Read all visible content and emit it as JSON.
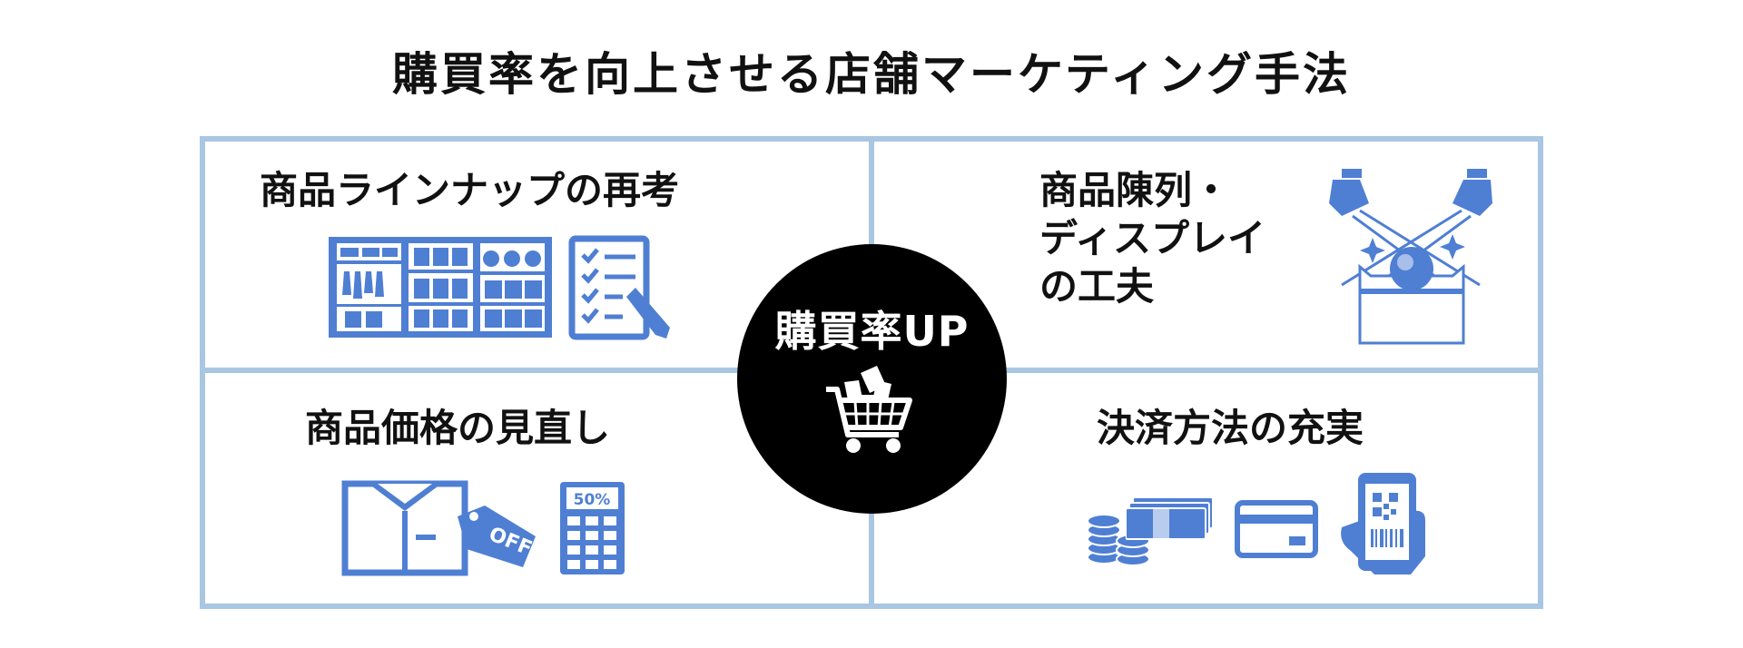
{
  "title": "購買率を向上させる店舗マーケティング手法",
  "center": {
    "label": "購買率UP",
    "icon": "shopping-cart-icon"
  },
  "quadrants": [
    {
      "title_lines": [
        "商品ラインナップの再考"
      ],
      "icons": [
        "store-shelf-icon",
        "checklist-icon"
      ]
    },
    {
      "title_lines": [
        "商品陳列・",
        "ディスプレイ",
        "の工夫"
      ],
      "icons": [
        "spotlight-display-icon"
      ]
    },
    {
      "title_lines": [
        "商品価格の見直し"
      ],
      "icons": [
        "shirt-off-tag-icon",
        "calculator-icon"
      ],
      "tag_text": "OFF",
      "calculator_display": "50%"
    },
    {
      "title_lines": [
        "決済方法の充実"
      ],
      "icons": [
        "coins-icon",
        "cash-icon",
        "credit-card-icon",
        "smartphone-payment-icon"
      ]
    }
  ],
  "colors": {
    "icon_blue": "#4f7fd3",
    "frame_blue": "#a9c6e2",
    "text": "#111111",
    "center_bg": "#000000"
  }
}
